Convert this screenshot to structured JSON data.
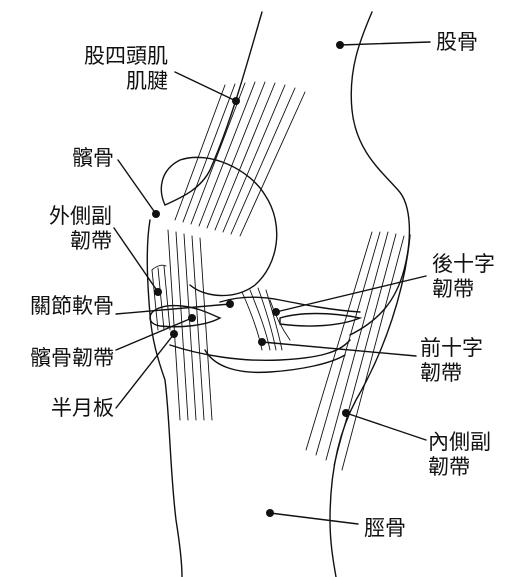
{
  "labels": {
    "quad_tendon": "股四頭肌\n肌腱",
    "femur": "股骨",
    "patella": "髕骨",
    "lateral_collateral": "外側副\n韌帶",
    "cartilage": "關節軟骨",
    "patellar_ligament": "髕骨韌帶",
    "meniscus": "半月板",
    "posterior_cruciate": "後十字\n韌帶",
    "anterior_cruciate": "前十字\n韌帶",
    "medial_collateral": "內側副\n韌帶",
    "tibia": "脛骨"
  },
  "colors": {
    "line": "#111111",
    "background": "#ffffff"
  }
}
